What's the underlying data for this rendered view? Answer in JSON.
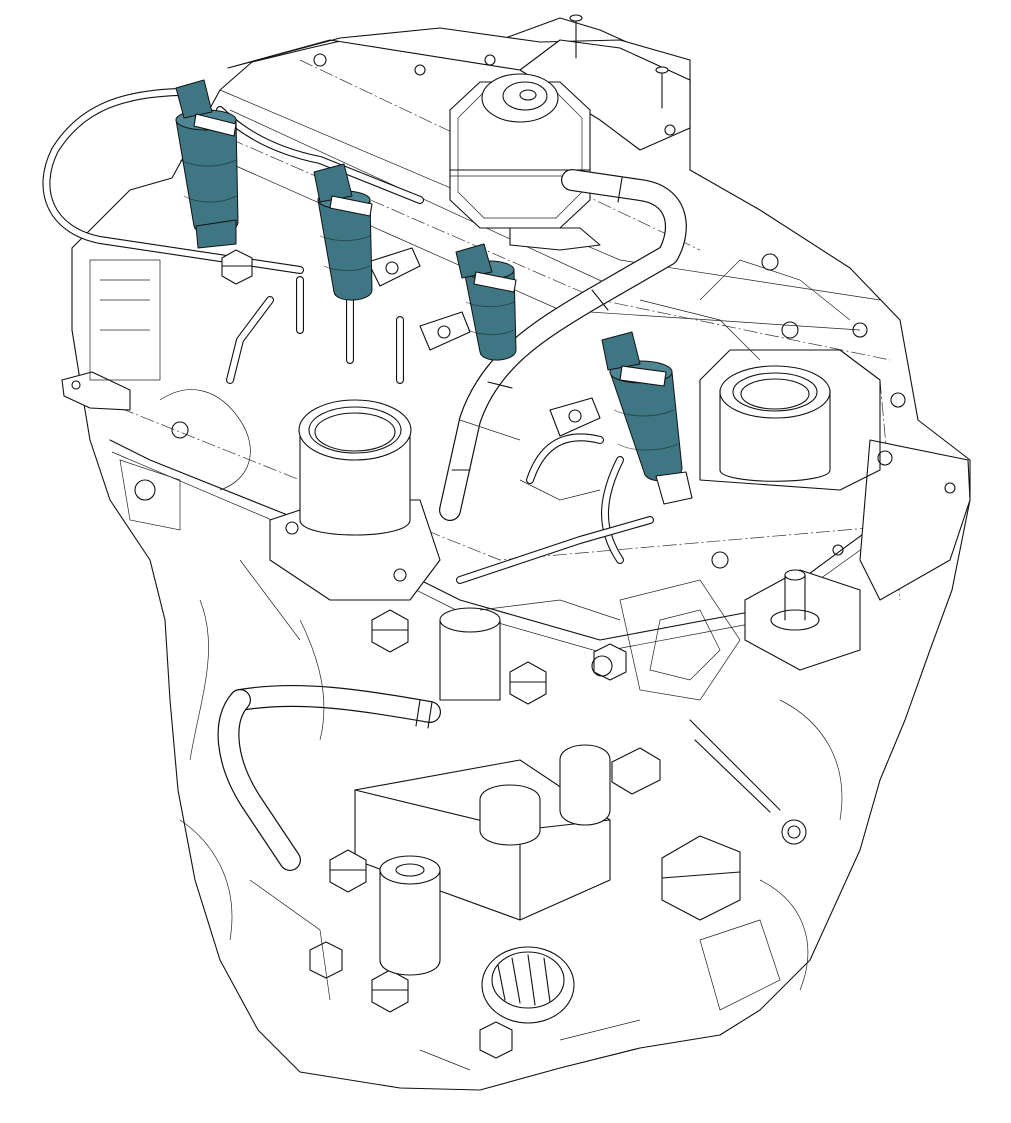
{
  "figure": {
    "subject": "engine-assembly-line-drawing",
    "highlight_color": "#3f7684",
    "line_color": "#111111",
    "background_color": "#ffffff"
  },
  "highlighted_parts": [
    {
      "name": "fuel-injector-1"
    },
    {
      "name": "fuel-injector-2"
    },
    {
      "name": "fuel-injector-3"
    },
    {
      "name": "fuel-injector-4"
    }
  ]
}
